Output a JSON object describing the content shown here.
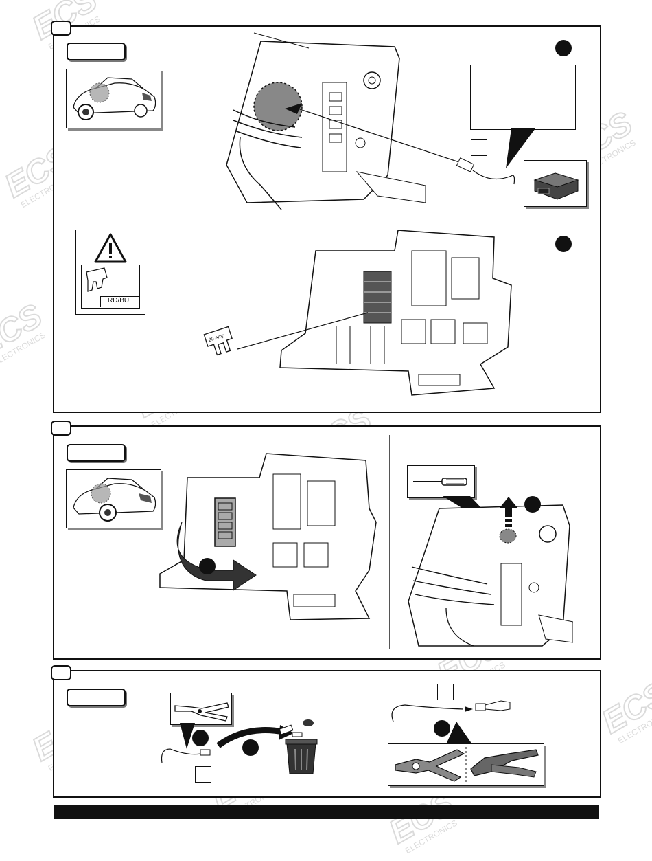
{
  "fuse_label_color": "RD/BU",
  "fuse_rating_text": "20 Amp",
  "watermark": {
    "brand": "ECS",
    "sub": "ELECTRONICS"
  },
  "colors": {
    "ink": "#111111",
    "watermark": "#000000"
  },
  "icons": [
    "car-thumbnail-icon",
    "warning-triangle-icon",
    "fuse-icon",
    "relay-module-icon",
    "screwdriver-icon",
    "side-cutter-icon",
    "trash-bin-icon",
    "crimp-tool-icon",
    "connector-terminal-icon",
    "up-arrow-icon",
    "curved-arrow-icon"
  ]
}
